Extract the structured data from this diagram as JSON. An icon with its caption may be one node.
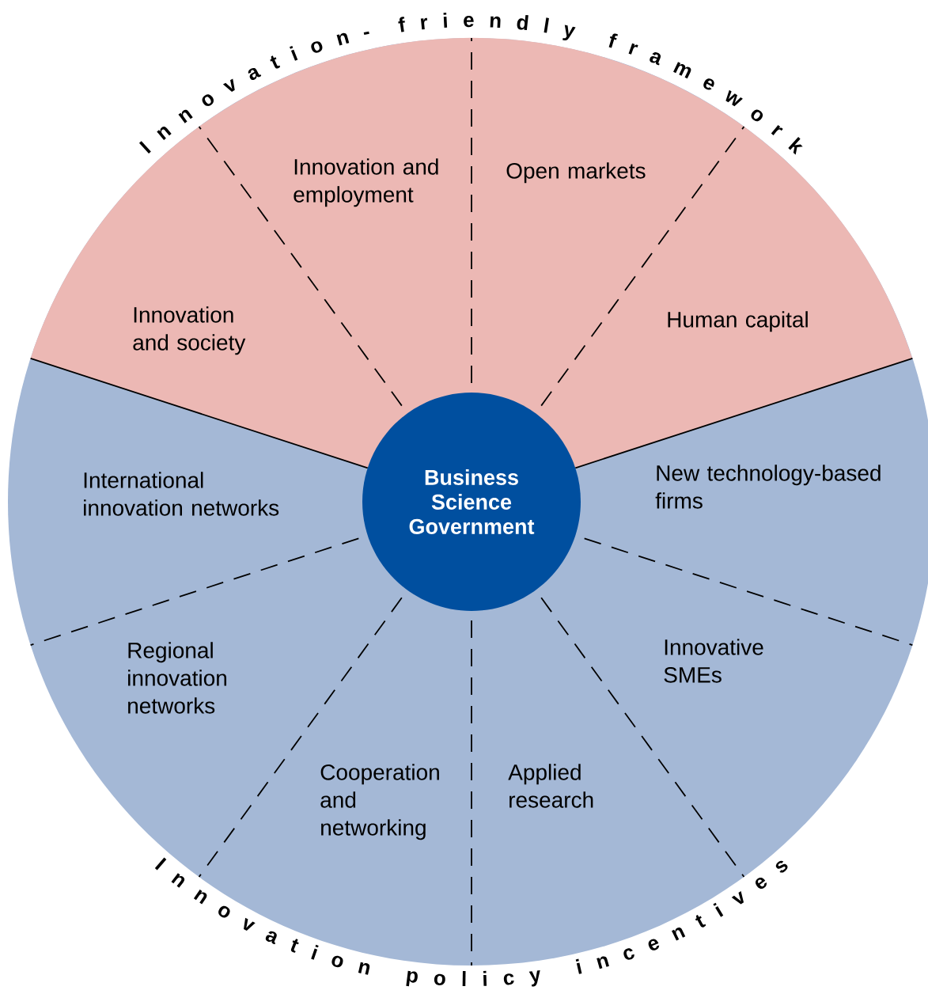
{
  "diagram": {
    "nodes": [
      {
        "text": [
          "Business",
          "Science",
          "Government"
        ]
      },
      {
        "text": [
          "Innovation and society"
        ]
      },
      {
        "text": [
          "Innovation and employment"
        ]
      },
      {
        "text": [
          "Open markets"
        ]
      },
      {
        "text": [
          "Human capital"
        ]
      },
      {
        "text": [
          "New technology-based firms"
        ]
      },
      {
        "text": [
          "Innovative SMEs"
        ]
      },
      {
        "text": [
          "Applied research"
        ]
      },
      {
        "text": [
          "Cooperation and networking"
        ]
      },
      {
        "text": [
          "Regional innovation networks"
        ]
      },
      {
        "text": [
          "International innovation networks"
        ]
      }
    ],
    "labels": [
      "Innovation-friendly framework",
      "Innovation policy incentives"
    ]
  }
}
